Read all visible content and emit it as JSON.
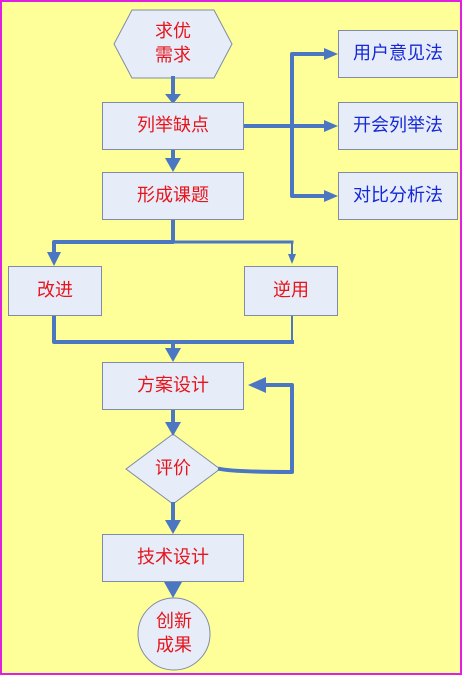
{
  "nodes": {
    "start_line1": "求优",
    "start_line2": "需求",
    "list_defects": "列举缺点",
    "form_topic": "形成课题",
    "improve": "改进",
    "reverse": "逆用",
    "scheme_design": "方案设计",
    "evaluate": "评价",
    "tech_design": "技术设计",
    "result_line1": "创新",
    "result_line2": "成果"
  },
  "methods": {
    "user_opinion": "用户意见法",
    "meeting_list": "开会列举法",
    "comparison": "对比分析法"
  },
  "colors": {
    "background": "#FFFF9A",
    "border": "#E020E0",
    "box_fill": "#E6ECF8",
    "connector": "#4A76C2",
    "node_text": "#E8141C",
    "method_text": "#1428D8"
  }
}
